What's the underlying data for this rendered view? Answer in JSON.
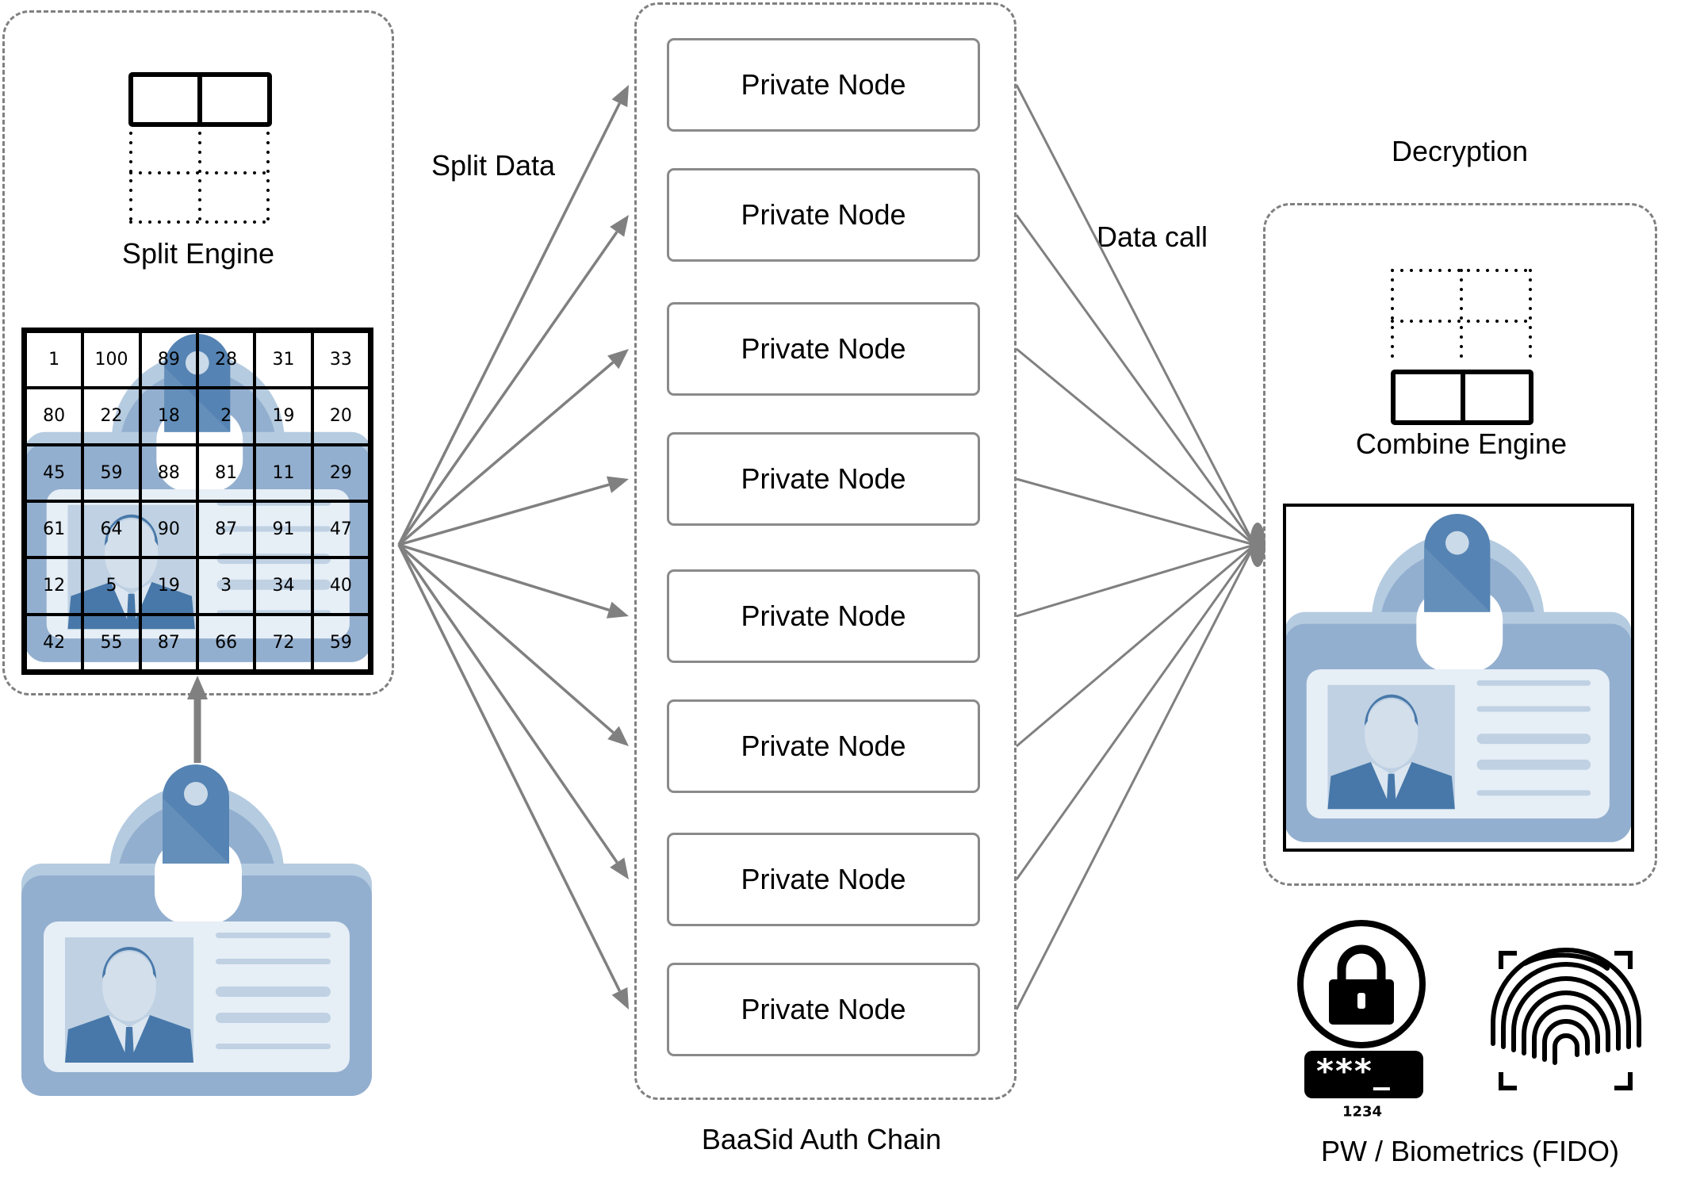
{
  "labels": {
    "split_engine": "Split Engine",
    "split_data": "Split Data",
    "chain": "BaaSid Auth Chain",
    "data_call": "Data call",
    "decryption": "Decryption",
    "combine_engine": "Combine Engine",
    "auth": "PW / Biometrics (FIDO)",
    "password_mask": "***_",
    "pin_hint": "1234"
  },
  "nodes": [
    {
      "label": "Private Node"
    },
    {
      "label": "Private Node"
    },
    {
      "label": "Private Node"
    },
    {
      "label": "Private Node"
    },
    {
      "label": "Private Node"
    },
    {
      "label": "Private Node"
    },
    {
      "label": "Private Node"
    },
    {
      "label": "Private Node"
    }
  ],
  "grid_values": [
    [
      "1",
      "100",
      "89",
      "28",
      "31",
      "33"
    ],
    [
      "80",
      "22",
      "18",
      "2",
      "19",
      "20"
    ],
    [
      "45",
      "59",
      "88",
      "81",
      "11",
      "29"
    ],
    [
      "61",
      "64",
      "90",
      "87",
      "91",
      "47"
    ],
    [
      "12",
      "5",
      "19",
      "3",
      "34",
      "40"
    ],
    [
      "42",
      "55",
      "87",
      "66",
      "72",
      "59"
    ]
  ],
  "colors": {
    "line": "#808080",
    "card_body": "#93AFCF",
    "card_top": "#B5CBE0",
    "clip": "#5583B3",
    "clip_dark": "#6A94BD",
    "panel": "#E6EEF6",
    "photo_bg": "#BFD1E3",
    "suit": "#4878A9"
  }
}
